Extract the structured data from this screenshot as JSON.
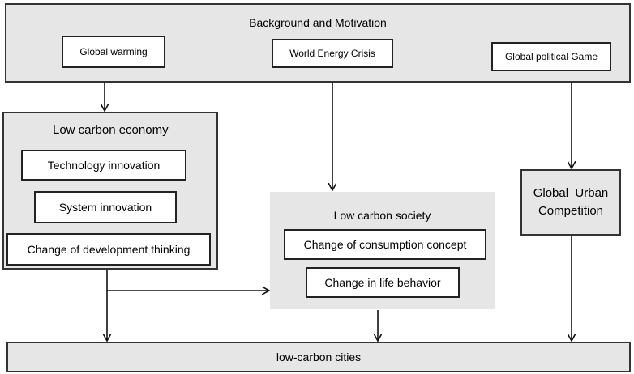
{
  "background": {
    "title": "Background and Motivation",
    "items": [
      "Global warming",
      "World Energy Crisis",
      "Global political Game"
    ]
  },
  "economy": {
    "title": "Low carbon economy",
    "items": [
      "Technology innovation",
      "System innovation",
      "Change of development thinking"
    ]
  },
  "society": {
    "title": "Low carbon society",
    "items": [
      "Change of consumption concept",
      "Change in life behavior"
    ]
  },
  "competition": {
    "label": "Global  Urban Competition"
  },
  "cities": {
    "label": "low-carbon cities"
  }
}
